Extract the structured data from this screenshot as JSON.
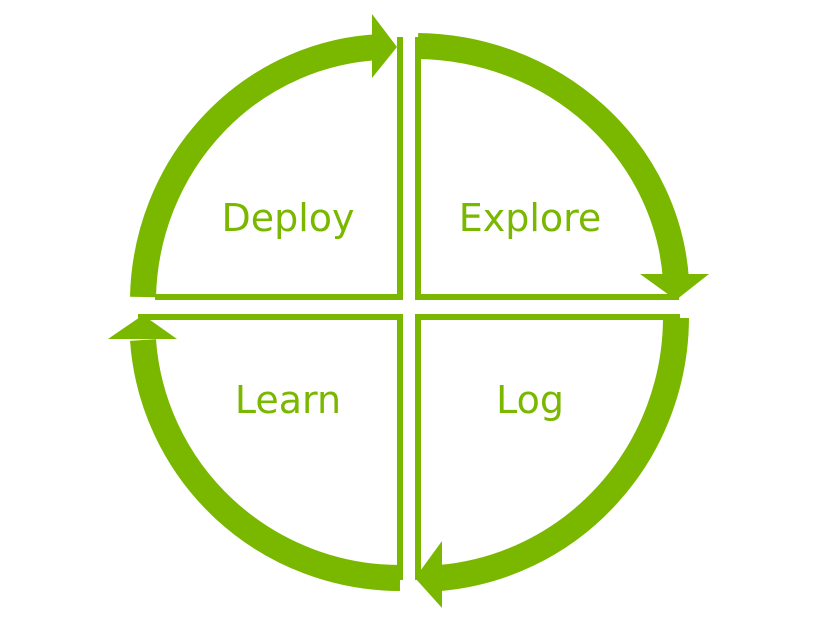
{
  "diagram": {
    "type": "cycle",
    "accent_color": "#7ab800",
    "quadrants": [
      {
        "label": "Deploy",
        "position": "top-left"
      },
      {
        "label": "Explore",
        "position": "top-right"
      },
      {
        "label": "Log",
        "position": "bottom-right"
      },
      {
        "label": "Learn",
        "position": "bottom-left"
      }
    ],
    "arrows": [
      {
        "from": "Learn",
        "to": "Deploy",
        "direction": "clockwise",
        "icon": "curved-arrow-icon"
      },
      {
        "from": "Deploy",
        "to": "Explore",
        "direction": "clockwise",
        "icon": "curved-arrow-icon"
      },
      {
        "from": "Explore",
        "to": "Log",
        "direction": "clockwise",
        "icon": "curved-arrow-icon"
      },
      {
        "from": "Log",
        "to": "Learn",
        "direction": "clockwise",
        "icon": "curved-arrow-icon"
      }
    ]
  }
}
